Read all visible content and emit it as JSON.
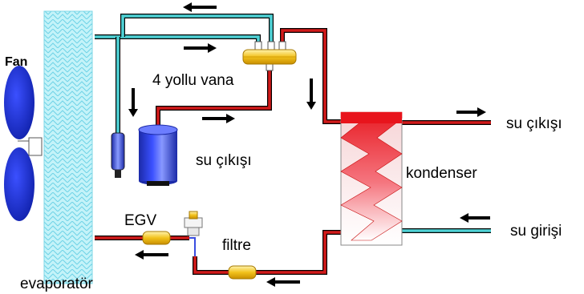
{
  "labels": {
    "fan": "Fan",
    "valve_4way": "4 yollu vana",
    "water_out_compressor": "su çıkışı",
    "water_out_condenser": "su çıkışı",
    "condenser": "kondenser",
    "water_in": "su girişi",
    "expansion_valve": "EGV",
    "filter": "filtre",
    "evaporator": "evaporatör"
  },
  "colors": {
    "hot_pipe": "#d11a1a",
    "cold_pipe": "#4fd2d6",
    "compressor": "#2d3fe0",
    "fan_blade": "#1f35d8",
    "evaporator_fill": "#bff1f8",
    "condenser_top": "#e8141c",
    "component_gold": "#f2c21c"
  }
}
